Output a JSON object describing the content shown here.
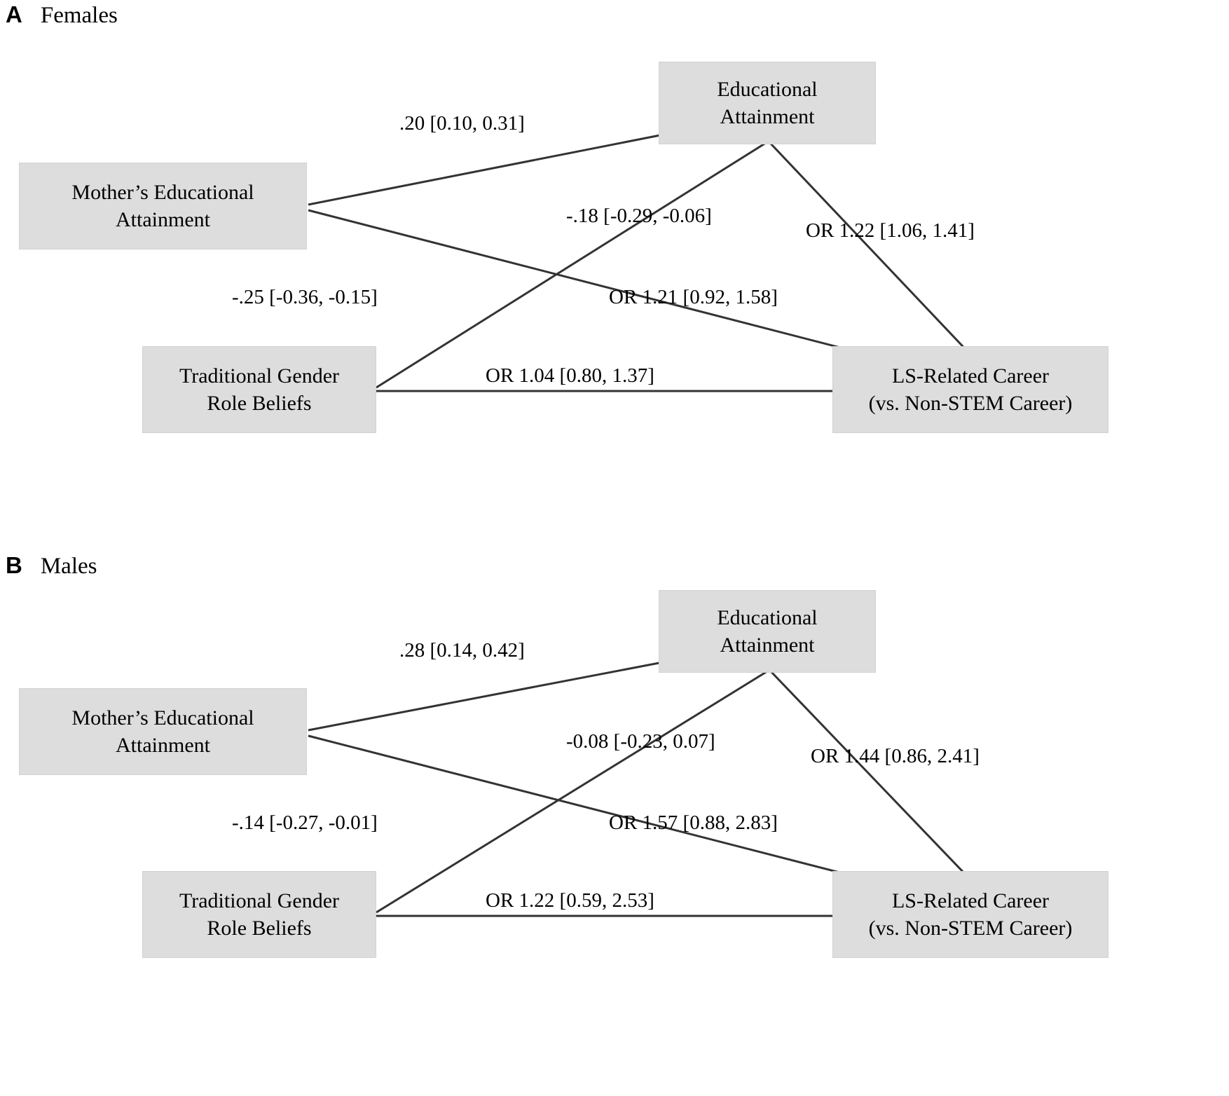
{
  "figure": {
    "type": "path-diagram",
    "background_color": "#ffffff",
    "node_fill_color": "#dddddd",
    "edge_color": "#333333"
  },
  "panels": [
    {
      "letter": "A",
      "title": "Females",
      "nodes": {
        "mother": {
          "line1": "Mother’s Educational",
          "line2": "Attainment"
        },
        "gender": {
          "line1": "Traditional  Gender",
          "line2": "Role Beliefs"
        },
        "education": {
          "line1": "Educational",
          "line2": "Attainment"
        },
        "career": {
          "line1": "LS-Related Career",
          "line2": "(vs. Non-STEM Career)"
        }
      },
      "edges": {
        "mother_to_education": ".20 [0.10, 0.31]",
        "gender_to_education": "-.18 [-0.29, -0.06]",
        "education_to_career": "OR 1.22 [1.06, 1.41]",
        "mother_to_gender": "-.25 [-0.36, -0.15]",
        "mother_to_career": "OR 1.21 [0.92, 1.58]",
        "gender_to_career": "OR 1.04 [0.80, 1.37]"
      }
    },
    {
      "letter": "B",
      "title": "Males",
      "nodes": {
        "mother": {
          "line1": "Mother’s Educational",
          "line2": "Attainment"
        },
        "gender": {
          "line1": "Traditional  Gender",
          "line2": "Role Beliefs"
        },
        "education": {
          "line1": "Educational",
          "line2": "Attainment"
        },
        "career": {
          "line1": "LS-Related Career",
          "line2": "(vs. Non-STEM Career)"
        }
      },
      "edges": {
        "mother_to_education": ".28 [0.14, 0.42]",
        "gender_to_education": "-0.08 [-0.23, 0.07]",
        "education_to_career": "OR 1.44 [0.86, 2.41]",
        "mother_to_gender": "-.14 [-0.27, -0.01]",
        "mother_to_career": "OR 1.57 [0.88, 2.83]",
        "gender_to_career": "OR 1.22 [0.59, 2.53]"
      }
    }
  ]
}
